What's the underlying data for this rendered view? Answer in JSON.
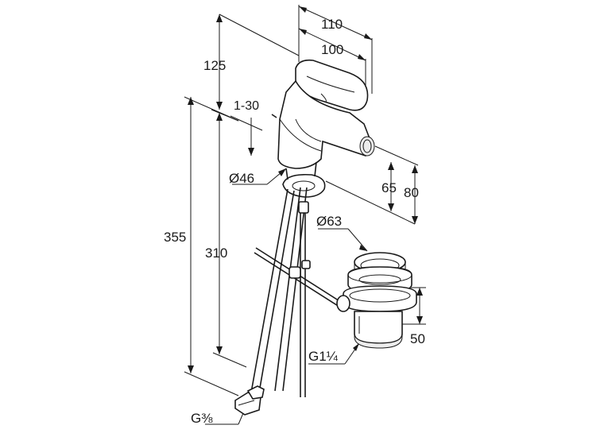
{
  "dimensions": {
    "width_outer": "110",
    "width_inner": "100",
    "height_spout": "125",
    "pivot_range": "1-30",
    "base_diameter": "Ø46",
    "spout_height_a": "65",
    "spout_height_b": "80",
    "drain_diameter": "Ø63",
    "total_height": "355",
    "hose_length": "310",
    "drain_height": "50",
    "drain_thread": "G1¼",
    "hose_thread": "G⅜"
  }
}
